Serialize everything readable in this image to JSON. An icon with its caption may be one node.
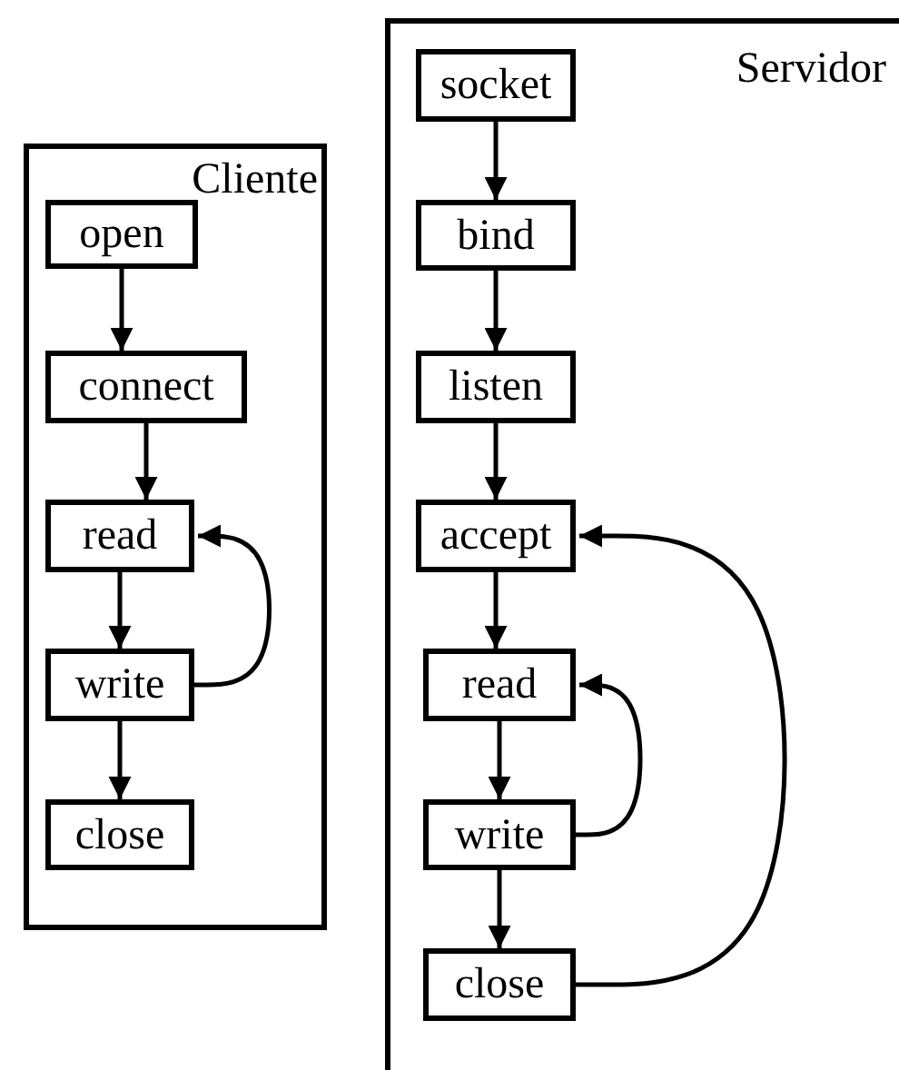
{
  "diagram": {
    "nodes": [
      {
        "text": [
          "Cliente"
        ]
      },
      {
        "text": [
          "open"
        ],
        "in": 0
      },
      {
        "text": [
          "connect"
        ],
        "in": 0
      },
      {
        "text": [
          "read"
        ],
        "in": 0
      },
      {
        "text": [
          "write"
        ],
        "in": 0
      },
      {
        "text": [
          "close"
        ],
        "in": 0
      },
      {
        "text": [
          "Servidor"
        ]
      },
      {
        "text": [
          "socket"
        ],
        "in": 6
      },
      {
        "text": [
          "bind"
        ],
        "in": 6
      },
      {
        "text": [
          "listen"
        ],
        "in": 6
      },
      {
        "text": [
          "accept"
        ],
        "in": 6
      },
      {
        "text": [
          "read"
        ],
        "in": 6
      },
      {
        "text": [
          "write"
        ],
        "in": 6
      },
      {
        "text": [
          "close"
        ],
        "in": 6
      }
    ],
    "edges": [
      {
        "from": 1,
        "to": 2,
        "arrow": "to"
      },
      {
        "from": 2,
        "to": 3,
        "arrow": "to"
      },
      {
        "from": 3,
        "to": 4,
        "arrow": "to"
      },
      {
        "from": 4,
        "to": 3,
        "arrow": "to"
      },
      {
        "from": 4,
        "to": 5,
        "arrow": "to"
      },
      {
        "from": 7,
        "to": 8,
        "arrow": "to"
      },
      {
        "from": 8,
        "to": 9,
        "arrow": "to"
      },
      {
        "from": 9,
        "to": 10,
        "arrow": "to"
      },
      {
        "from": 10,
        "to": 11,
        "arrow": "to"
      },
      {
        "from": 11,
        "to": 12,
        "arrow": "to"
      },
      {
        "from": 12,
        "to": 11,
        "arrow": "to"
      },
      {
        "from": 12,
        "to": 13,
        "arrow": "to"
      },
      {
        "from": 13,
        "to": 10,
        "arrow": "to"
      }
    ]
  }
}
